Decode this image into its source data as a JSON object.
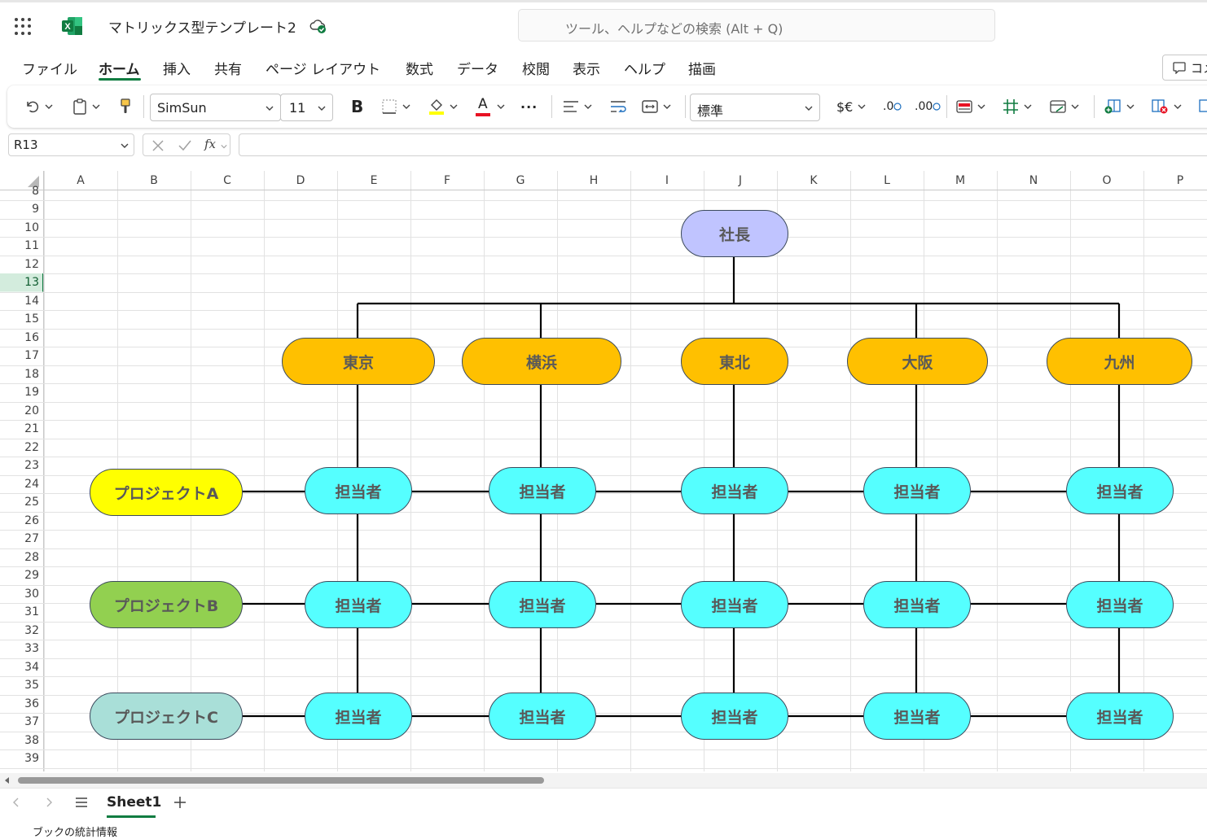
{
  "titlebar": {
    "doc_title": "マトリックス型テンプレート2",
    "search_placeholder": "ツール、ヘルプなどの検索 (Alt + Q)"
  },
  "menu": {
    "tabs": [
      "ファイル",
      "ホーム",
      "挿入",
      "共有",
      "ページ レイアウト",
      "数式",
      "データ",
      "校閲",
      "表示",
      "ヘルプ",
      "描画"
    ],
    "active": "ホーム",
    "comment_label": "コメ"
  },
  "ribbon": {
    "font_name": "SimSun",
    "font_size": "11",
    "number_format": "標準",
    "bold_label": "B",
    "font_color_label": "A",
    "currency_label": "$€",
    "dec_increase_label": ".0",
    "dec_decrease_label": ".00",
    "more_label": "···",
    "font_color": "#e81123",
    "highlight_color": "#ffff00"
  },
  "formula_bar": {
    "name_box": "R13",
    "fx_label": "fx",
    "formula": ""
  },
  "grid": {
    "columns": [
      "A",
      "B",
      "C",
      "D",
      "E",
      "F",
      "G",
      "H",
      "I",
      "J",
      "K",
      "L",
      "M",
      "N",
      "O",
      "P"
    ],
    "rows": [
      "8",
      "9",
      "10",
      "11",
      "12",
      "13",
      "14",
      "15",
      "16",
      "17",
      "18",
      "19",
      "20",
      "21",
      "22",
      "23",
      "24",
      "25",
      "26",
      "27",
      "28",
      "29",
      "30",
      "31",
      "32",
      "33",
      "34",
      "35",
      "36",
      "37",
      "38",
      "39"
    ],
    "selected_row": "13"
  },
  "diagram": {
    "top": "社長",
    "regions": [
      "東京",
      "横浜",
      "東北",
      "大阪",
      "九州"
    ],
    "projects": [
      {
        "label": "プロジェクトA",
        "color": "#ffff00"
      },
      {
        "label": "プロジェクトB",
        "color": "#92d050"
      },
      {
        "label": "プロジェクトC",
        "color": "#a9dfd8"
      }
    ],
    "member_label": "担当者"
  },
  "sheets": {
    "tabs": [
      "Sheet1"
    ],
    "active": "Sheet1"
  },
  "status": {
    "text": "ブックの統計情報"
  }
}
